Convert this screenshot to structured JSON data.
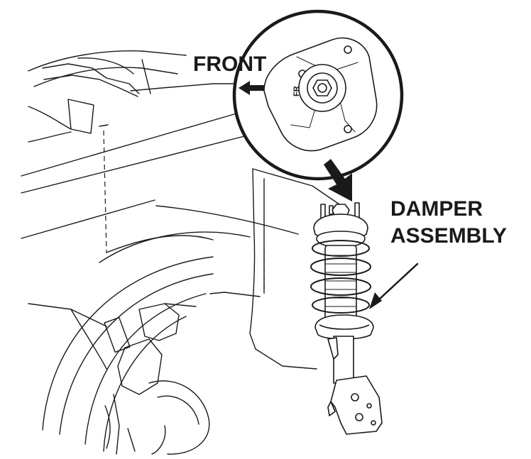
{
  "labels": {
    "front": "FRONT",
    "fr_marking": "FR",
    "damper_line1": "DAMPER",
    "damper_line2": "ASSEMBLY"
  },
  "colors": {
    "ink": "#1a1a1a",
    "background": "#ffffff"
  }
}
